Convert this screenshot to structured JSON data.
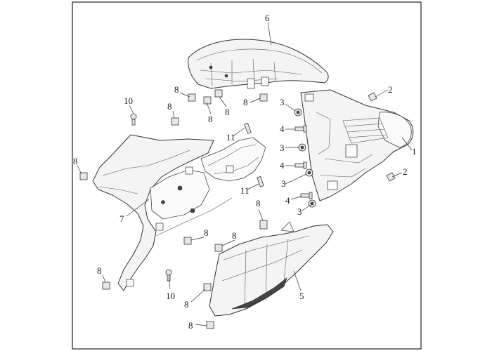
{
  "callouts": {
    "c1": "1",
    "c2a": "2",
    "c2b": "2",
    "c3a": "3",
    "c3b": "3",
    "c3c": "3",
    "c3d": "3",
    "c4a": "4",
    "c4b": "4",
    "c4c": "4",
    "c5": "5",
    "c6": "6",
    "c7": "7",
    "c8a": "8",
    "c8b": "8",
    "c8c": "8",
    "c8d": "8",
    "c8e": "8",
    "c8f": "8",
    "c8g": "8",
    "c8h": "8",
    "c8i": "8",
    "c8j": "8",
    "c8k": "8",
    "c8l": "8",
    "c10a": "10",
    "c10b": "10",
    "c11a": "11",
    "c11b": "11"
  }
}
